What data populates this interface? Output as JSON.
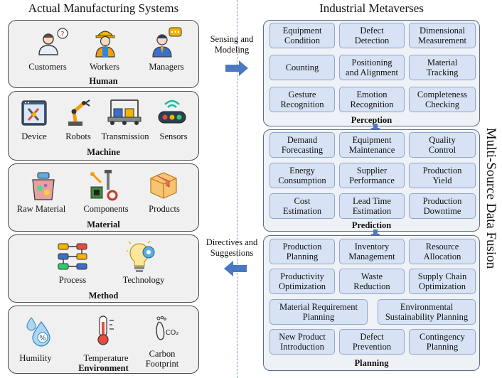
{
  "left_heading": "Actual Manufacturing Systems",
  "right_heading": "Industrial Metaverses",
  "side_label": "Multi-Source Data Fusion",
  "arrow_top_label": [
    "Sensing and",
    "Modeling"
  ],
  "arrow_bottom_label": [
    "Directives and",
    "Suggestions"
  ],
  "groups": [
    {
      "title": "Human",
      "items": [
        "Customers",
        "Workers",
        "Managers"
      ]
    },
    {
      "title": "Machine",
      "items": [
        "Device",
        "Robots",
        "Transmission",
        "Sensors"
      ]
    },
    {
      "title": "Material",
      "items": [
        "Raw Material",
        "Components",
        "Products"
      ]
    },
    {
      "title": "Method",
      "items": [
        "Process",
        "Technology"
      ]
    },
    {
      "title": "Environment",
      "items": [
        "Humility",
        "Temperature",
        "Carbon Footprint"
      ]
    }
  ],
  "panels": [
    {
      "title": "Perception",
      "boxes": [
        [
          "Equipment",
          "Condition"
        ],
        [
          "Defect",
          "Detection"
        ],
        [
          "Dimensional",
          "Measurement"
        ],
        [
          "Counting"
        ],
        [
          "Positioning",
          "and Alignment"
        ],
        [
          "Material",
          "Tracking"
        ],
        [
          "Gesture",
          "Recognition"
        ],
        [
          "Emotion",
          "Recognition"
        ],
        [
          "Completeness",
          "Checking"
        ]
      ]
    },
    {
      "title": "Prediction",
      "boxes": [
        [
          "Demand",
          "Forecasting"
        ],
        [
          "Equipment",
          "Maintenance"
        ],
        [
          "Quality",
          "Control"
        ],
        [
          "Energy",
          "Consumption"
        ],
        [
          "Supplier",
          "Performance"
        ],
        [
          "Production",
          "Yield"
        ],
        [
          "Cost",
          "Estimation"
        ],
        [
          "Lead Time",
          "Estimation"
        ],
        [
          "Production",
          "Downtime"
        ]
      ]
    },
    {
      "title": "Planning",
      "boxes": [
        [
          "Production",
          "Planning"
        ],
        [
          "Inventory",
          "Management"
        ],
        [
          "Resource",
          "Allocation"
        ],
        [
          "Productivity",
          "Optimization"
        ],
        [
          "Waste",
          "Reduction"
        ],
        [
          "Supply Chain",
          "Optimization"
        ],
        [
          "Material Requirement",
          "Planning"
        ],
        [
          "Environmental",
          "Sustainability Planning"
        ],
        [
          "New Product",
          "Introduction"
        ],
        [
          "Defect",
          "Prevention"
        ],
        [
          "Contingency",
          "Planning"
        ]
      ]
    }
  ],
  "colors": {
    "arrow": "#4a78c2",
    "box_fill": "#d7e2f4",
    "group_fill": "#f0f0f0"
  }
}
